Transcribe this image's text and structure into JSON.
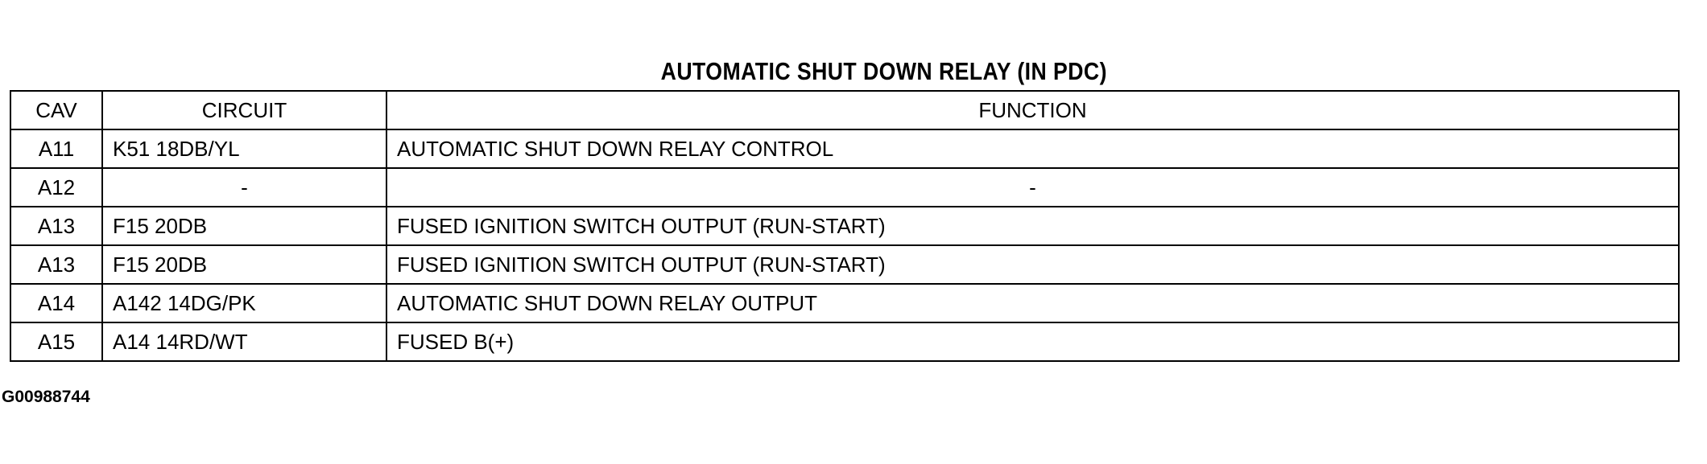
{
  "title": "AUTOMATIC SHUT DOWN RELAY (IN PDC)",
  "table": {
    "headers": {
      "cav": "CAV",
      "circuit": "CIRCUIT",
      "function": "FUNCTION"
    },
    "rows": [
      {
        "cav": "A11",
        "circuit": "K51 18DB/YL",
        "function": "AUTOMATIC SHUT DOWN RELAY CONTROL"
      },
      {
        "cav": "A12",
        "circuit": "-",
        "function": "-"
      },
      {
        "cav": "A13",
        "circuit": "F15 20DB",
        "function": "FUSED IGNITION SWITCH OUTPUT (RUN-START)"
      },
      {
        "cav": "A13",
        "circuit": "F15 20DB",
        "function": "FUSED IGNITION SWITCH OUTPUT (RUN-START)"
      },
      {
        "cav": "A14",
        "circuit": "A142 14DG/PK",
        "function": "AUTOMATIC SHUT DOWN RELAY OUTPUT"
      },
      {
        "cav": "A15",
        "circuit": "A14 14RD/WT",
        "function": "FUSED B(+)"
      }
    ]
  },
  "figure_id": "G00988744"
}
